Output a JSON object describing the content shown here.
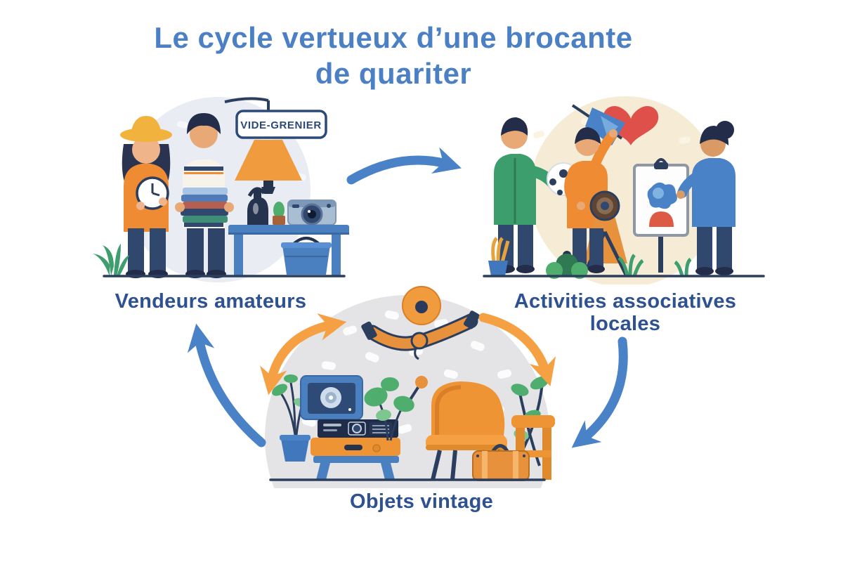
{
  "title": {
    "line1": "Le cycle vertueux d’une brocante",
    "line2": "de quariter"
  },
  "nodes": {
    "vendeurs": {
      "label": "Vendeurs amateurs",
      "sign_text": "VIDE-GRENIER"
    },
    "activites": {
      "label_line1": "Activities associatives",
      "label_line2": "locales"
    },
    "objets": {
      "label": "Objets vintage"
    }
  },
  "arrows": [
    {
      "name": "arrow-vendeurs-to-activites",
      "color": "#4a82c8",
      "direction": "left-scene to right-scene"
    },
    {
      "name": "arrow-activites-to-objets",
      "color": "#4a82c8",
      "direction": "right-scene down to bottom-scene"
    },
    {
      "name": "arrow-objets-to-vendeurs",
      "color": "#4a82c8",
      "direction": "bottom-scene up to left-scene"
    },
    {
      "name": "arrow-orange-left",
      "color": "#f5a143",
      "double_headed": true
    },
    {
      "name": "arrow-orange-right",
      "color": "#f5a143",
      "double_headed": false
    }
  ],
  "icons": [
    "vide-grenier-sign",
    "hanging-lamp-icon",
    "straw-hat-icon",
    "clock-icon",
    "books-stack-icon",
    "vase-icon",
    "cactus-icon",
    "camera-icon",
    "basket-icon",
    "plant-icon",
    "heart-icon",
    "soccer-ball-icon",
    "blue-kite-icon",
    "telescope-icon",
    "easel-board-icon",
    "ring-icon",
    "handshake-icon",
    "tv-icon",
    "radio-cabinet-icon",
    "armchair-icon",
    "suitcase-icon",
    "stool-icon",
    "potted-plant-icon"
  ],
  "colors": {
    "background": "#ffffff",
    "title_blue": "#4c80c4",
    "label_blue": "#2e5191",
    "arrow_blue": "#4a82c8",
    "arrow_orange": "#f5a143",
    "orange": "#ee8b33",
    "navy": "#2c3e5d",
    "green": "#3f9e6e",
    "red_heart": "#e0504a",
    "scene_vendeurs_bg": "#e9ecf2",
    "scene_activites_bg": "#f6ecd6",
    "scene_objets_bg": "#e4e4e6"
  }
}
